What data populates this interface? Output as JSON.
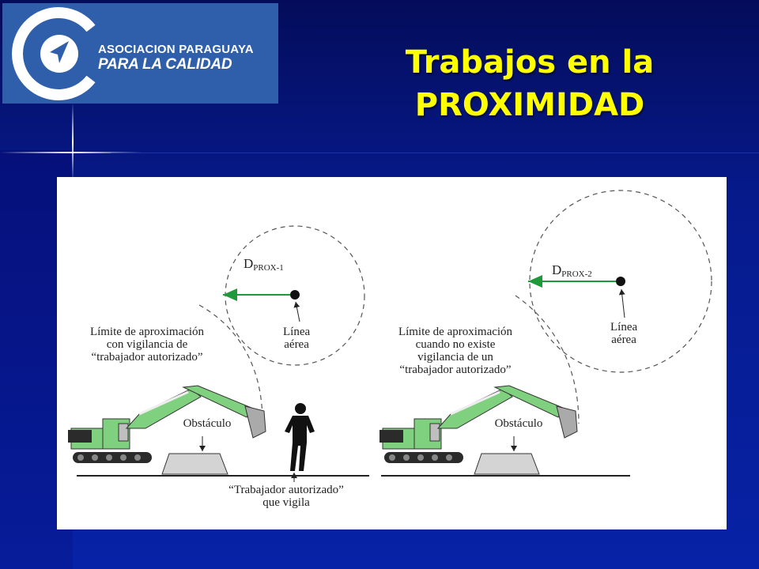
{
  "logo": {
    "line1": "ASOCIACION PARAGUAYA",
    "line2": "PARA LA CALIDAD"
  },
  "title": {
    "line1": "Trabajos en la",
    "line2": "PROXIMIDAD"
  },
  "figure": {
    "left_panel": {
      "distance_main": "D",
      "distance_sub": "PROX-1",
      "line_label": [
        "Línea",
        "aérea"
      ],
      "limit_label": [
        "Límite de aproximación",
        "con vigilancia de",
        "“trabajador autorizado”"
      ],
      "obstacle_label": "Obstáculo",
      "worker_label": [
        "“Trabajador autorizado”",
        "que vigila"
      ]
    },
    "right_panel": {
      "distance_main": "D",
      "distance_sub": "PROX-2",
      "line_label": [
        "Línea",
        "aérea"
      ],
      "limit_label": [
        "Límite de aproximación",
        "cuando no existe",
        "vigilancia de un",
        "“trabajador autorizado”"
      ],
      "obstacle_label": "Obstáculo"
    }
  },
  "colors": {
    "title": "#ffff00",
    "logo_bg": "#2f5fab",
    "machine_green": "#7fd17f",
    "arrow_green": "#1f9a3a"
  }
}
